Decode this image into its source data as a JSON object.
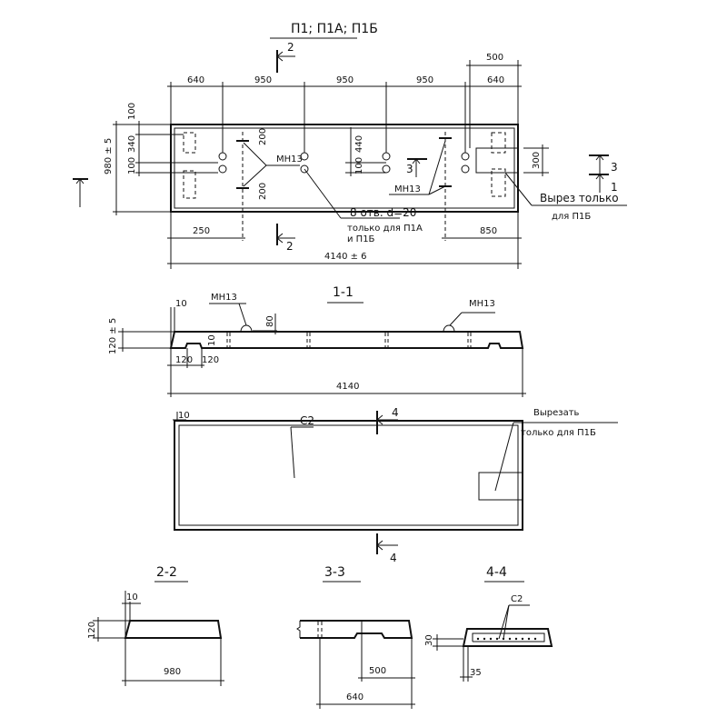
{
  "title": "П1; П1А; П1Б",
  "plan": {
    "section_2": "2",
    "section_3": "3",
    "section_1": "1",
    "dims_top": [
      "640",
      "950",
      "950",
      "950",
      "640"
    ],
    "dim_cutout_width": "500",
    "dim_width": "980 ± 5",
    "dims_left": [
      "100",
      "340",
      "100"
    ],
    "dim_200_top": "200",
    "dim_200_bottom": "200",
    "dim_440": "440",
    "dim_100_mid": "100",
    "dim_300": "300",
    "dim_250": "250",
    "dim_850": "850",
    "dim_length": "4140 ± 6",
    "label_mn13_left": "МН13",
    "label_mn13_right": "МН13",
    "holes_note_1": "8 отв. d=20",
    "holes_note_2": "только для П1А",
    "holes_note_3": "и П1Б",
    "cutout_note_1": "Вырез только",
    "cutout_note_2": "для П1Б"
  },
  "section_1_1": {
    "title": "1-1",
    "mn13_left": "МН13",
    "mn13_right": "МН13",
    "dim_10": "10",
    "dim_height": "120 ± 5",
    "dim_80": "80",
    "dim_10b": "10",
    "dim_120a": "120",
    "dim_120b": "120",
    "dim_length": "4140"
  },
  "reinforcement_plan": {
    "dim_10": "10",
    "mesh_label": "С2",
    "cutout_note_1": "Вырезать",
    "cutout_note_2": "только для П1Б",
    "section_4": "4"
  },
  "section_2_2": {
    "title": "2-2",
    "dim_10": "10",
    "dim_120": "120",
    "dim_980": "980"
  },
  "section_3_3": {
    "title": "3-3",
    "dim_500": "500",
    "dim_640": "640"
  },
  "section_4_4": {
    "title": "4-4",
    "mesh_label": "С2",
    "dim_30": "30",
    "dim_35": "35"
  }
}
